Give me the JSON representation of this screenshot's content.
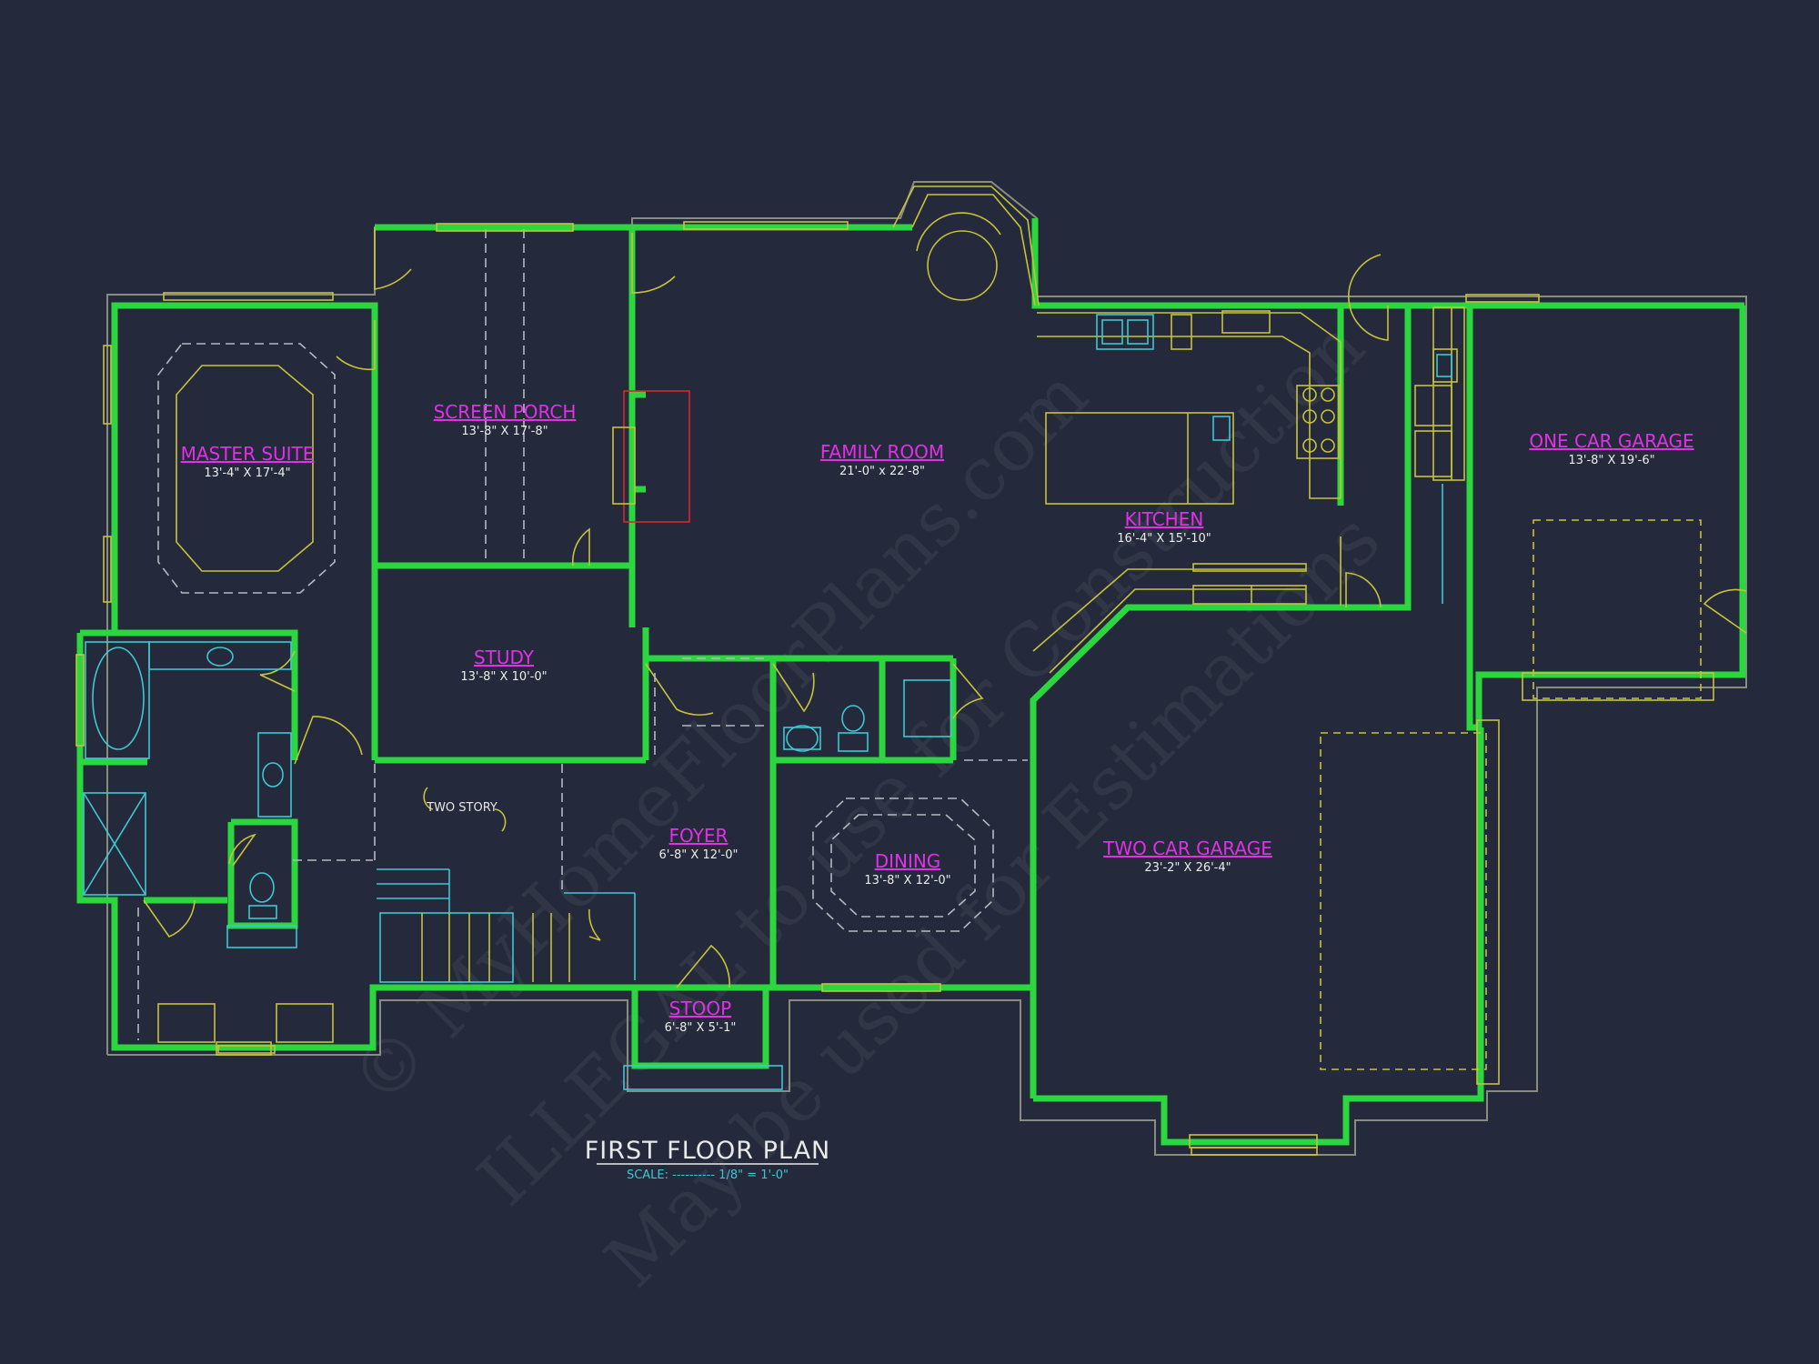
{
  "plan": {
    "title": "FIRST FLOOR PLAN",
    "scale_label": "SCALE: ---------- 1/8\" = 1'-0\"",
    "rooms": [
      {
        "name": "MASTER SUITE",
        "dim": "13'-4\" X 17'-4\""
      },
      {
        "name": "SCREEN PORCH",
        "dim": "13'-8\" X 17'-8\""
      },
      {
        "name": "FAMILY ROOM",
        "dim": "21'-0\" x 22'-8\""
      },
      {
        "name": "KITCHEN",
        "dim": "16'-4\" X 15'-10\""
      },
      {
        "name": "ONE CAR GARAGE",
        "dim": "13'-8\" X 19'-6\""
      },
      {
        "name": "STUDY",
        "dim": "13'-8\" X 10'-0\""
      },
      {
        "name": "FOYER",
        "dim": "6'-8\" X 12'-0\""
      },
      {
        "name": "DINING",
        "dim": "13'-8\" X 12'-0\""
      },
      {
        "name": "TWO CAR GARAGE",
        "dim": "23'-2\" X 26'-4\""
      },
      {
        "name": "STOOP",
        "dim": "6'-8\" X 5'-1\""
      }
    ],
    "notes": {
      "two_story": "TWO STORY"
    },
    "watermark": [
      "© MyHomeFloorPlans.com",
      "ILLEGAL to use for Construction",
      "May be used for Estimations"
    ]
  },
  "colors": {
    "background": "#242a3b",
    "wall": "#2cd63f",
    "room_label": "#e130e6",
    "fixture": "#c8c23a",
    "plumbing": "#3ec7d3",
    "fireplace": "#d12b2b"
  }
}
